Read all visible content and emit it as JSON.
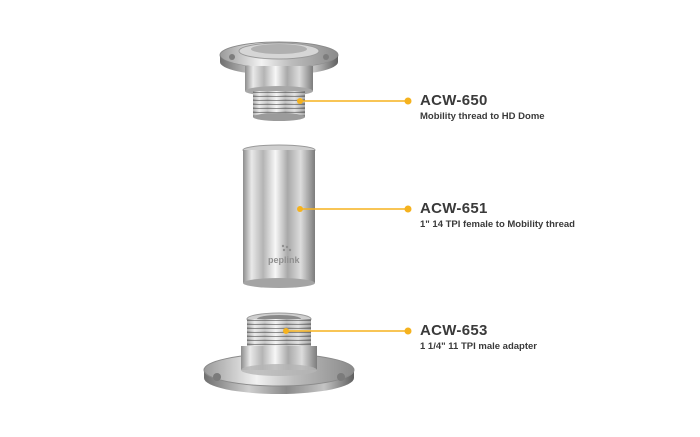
{
  "brand": "peplink",
  "accent_color": "#f5b21e",
  "parts": [
    {
      "code": "ACW-650",
      "description": "Mobility thread to HD Dome"
    },
    {
      "code": "ACW-651",
      "description": "1\" 14 TPI female to Mobility thread"
    },
    {
      "code": "ACW-653",
      "description": "1 1/4\" 11 TPI male adapter"
    }
  ]
}
